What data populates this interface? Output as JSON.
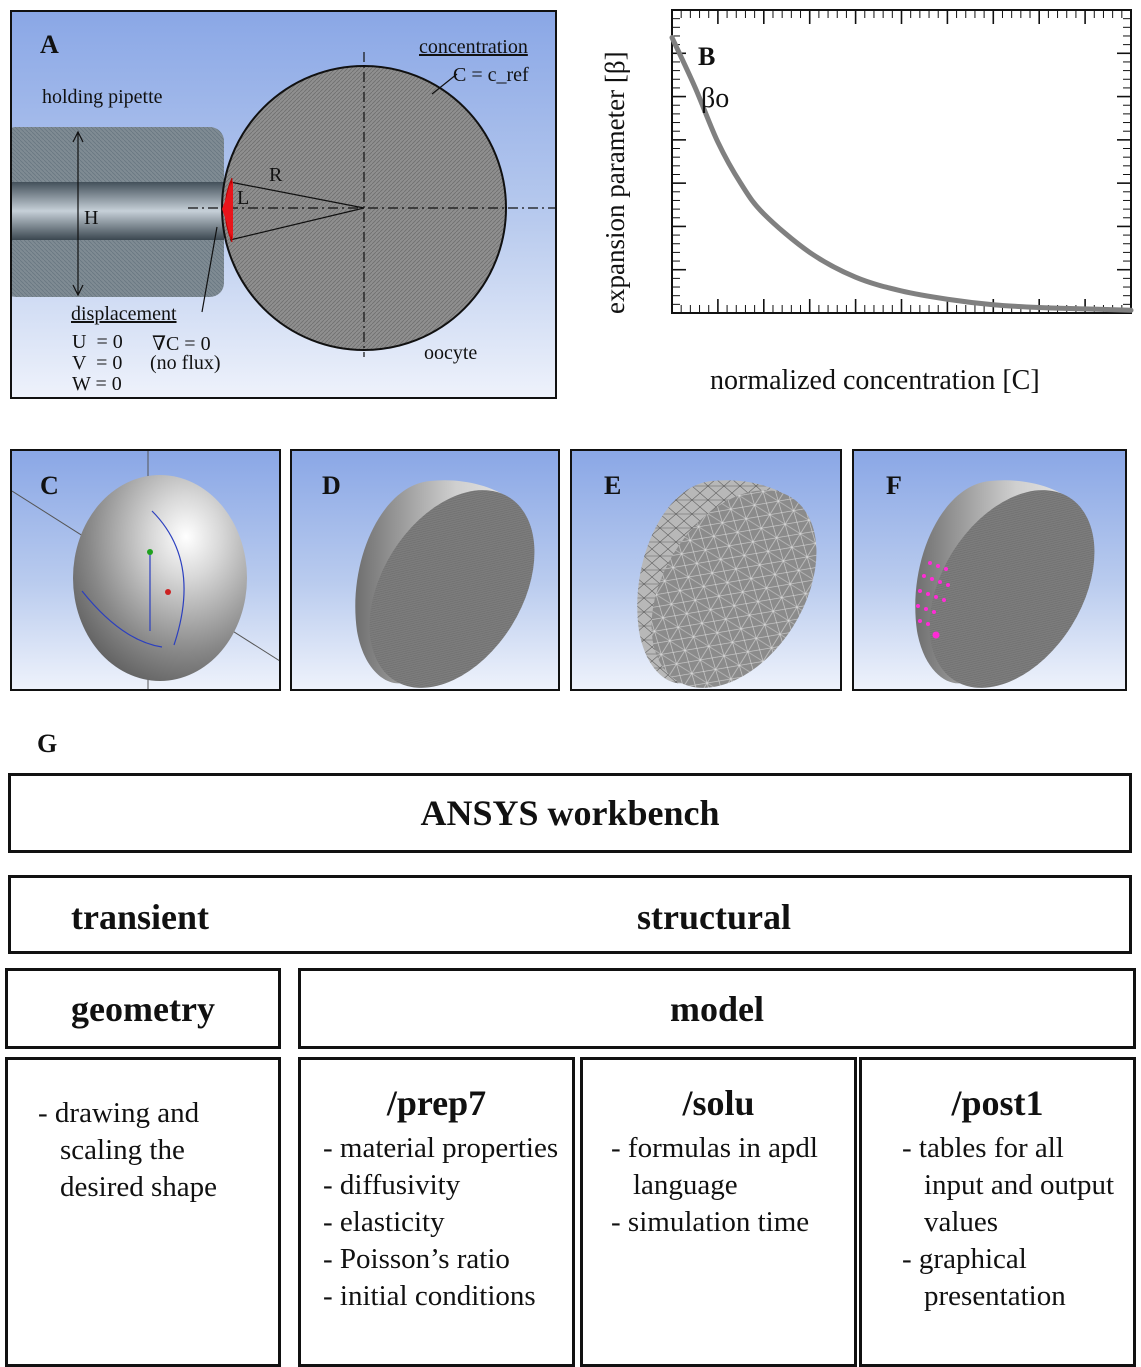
{
  "panel_a": {
    "label": "A",
    "holding_pipette": "holding pipette",
    "concentration_title": "concentration",
    "concentration_eq": "C = c_ref",
    "r_label": "R",
    "l_label": "L",
    "h_label": "H",
    "displacement_title": "displacement",
    "u_eq": "U  = 0",
    "v_eq": "V  = 0",
    "w_eq": "W = 0",
    "flux_eq": "∇C = 0",
    "flux_note": "(no flux)",
    "oocyte": "oocyte",
    "colors": {
      "pipette": "#7f8c95",
      "contact": "#e8151b",
      "cell": "#8b8b8b"
    }
  },
  "panel_b": {
    "label": "B",
    "beta0": "βo",
    "ylabel": "expansion parameter [β]",
    "xlabel": "normalized concentration [C]"
  },
  "chart_data": {
    "type": "line",
    "title": "",
    "xlabel": "normalized concentration [C]",
    "ylabel": "expansion parameter [β]",
    "x": [
      0,
      0.05,
      0.1,
      0.15,
      0.2,
      0.3,
      0.4,
      0.5,
      0.6,
      0.7,
      0.8,
      0.9,
      1.0
    ],
    "series": [
      {
        "values": [
          1.0,
          0.82,
          0.62,
          0.47,
          0.36,
          0.22,
          0.13,
          0.08,
          0.05,
          0.03,
          0.02,
          0.015,
          0.01
        ]
      }
    ],
    "xlim": [
      0,
      1
    ],
    "ylim": [
      0,
      1.1
    ],
    "grid": false,
    "line_color": "#808080"
  },
  "panels_3d": [
    {
      "label": "C"
    },
    {
      "label": "D"
    },
    {
      "label": "E"
    },
    {
      "label": "F"
    }
  ],
  "panel_g": {
    "label": "G",
    "workbench": "ANSYS workbench",
    "transient": "transient",
    "structural": "structural",
    "geometry": "geometry",
    "model": "model",
    "geometry_items": [
      "drawing and scaling the desired shape"
    ],
    "prep7": {
      "title": "/prep7",
      "items": [
        "material properties",
        "diffusivity",
        "elasticity",
        "Poisson’s ratio",
        "initial conditions"
      ]
    },
    "solu": {
      "title": "/solu",
      "items": [
        "formulas in apdl language",
        "simulation time"
      ]
    },
    "post1": {
      "title": "/post1",
      "items": [
        "tables for all input and output values",
        "graphical presentation"
      ]
    }
  }
}
